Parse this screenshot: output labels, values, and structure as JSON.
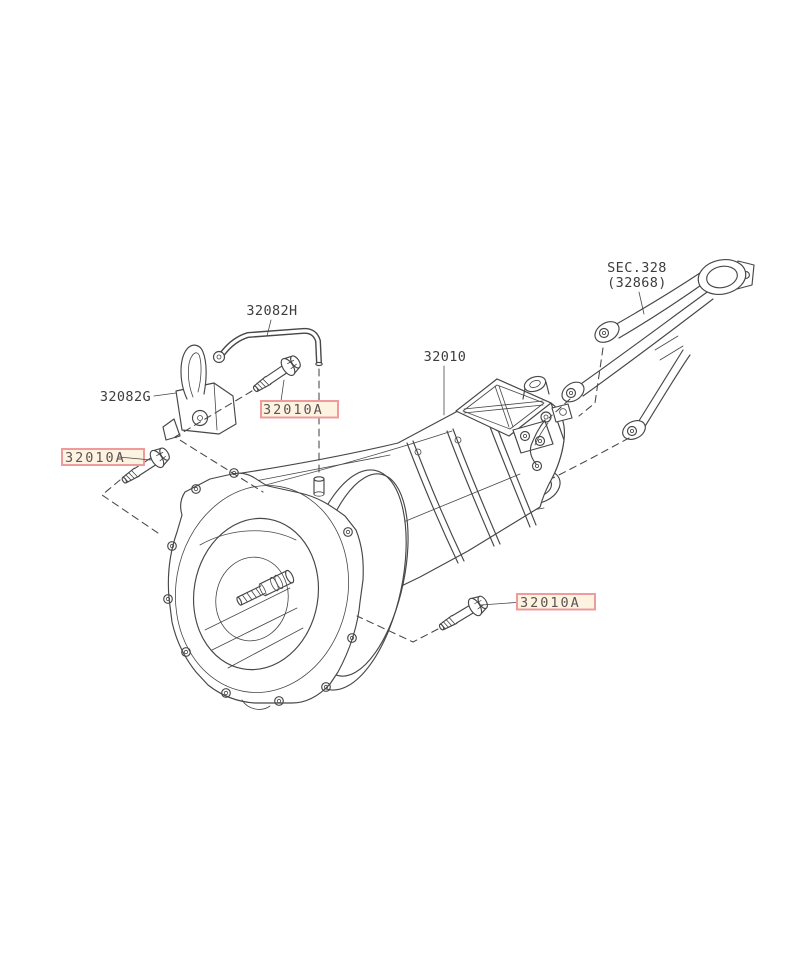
{
  "colors": {
    "background": "#ffffff",
    "line": "#474747",
    "label_text": "#3d3d3d",
    "highlight_fill": "#fdf3e1",
    "highlight_border": "#f09b9b",
    "highlight_text": "#5d5353"
  },
  "labels": {
    "section_ref": {
      "line1": "SEC.328",
      "line2": "(32868)"
    },
    "pipe": "32082H",
    "clamp_bracket": "32082G",
    "transmission": "32010"
  },
  "part_links": [
    {
      "text": "32010A",
      "location": "upper-middle"
    },
    {
      "text": "32010A",
      "location": "front-left"
    },
    {
      "text": "32010A",
      "location": "lower-right"
    }
  ]
}
